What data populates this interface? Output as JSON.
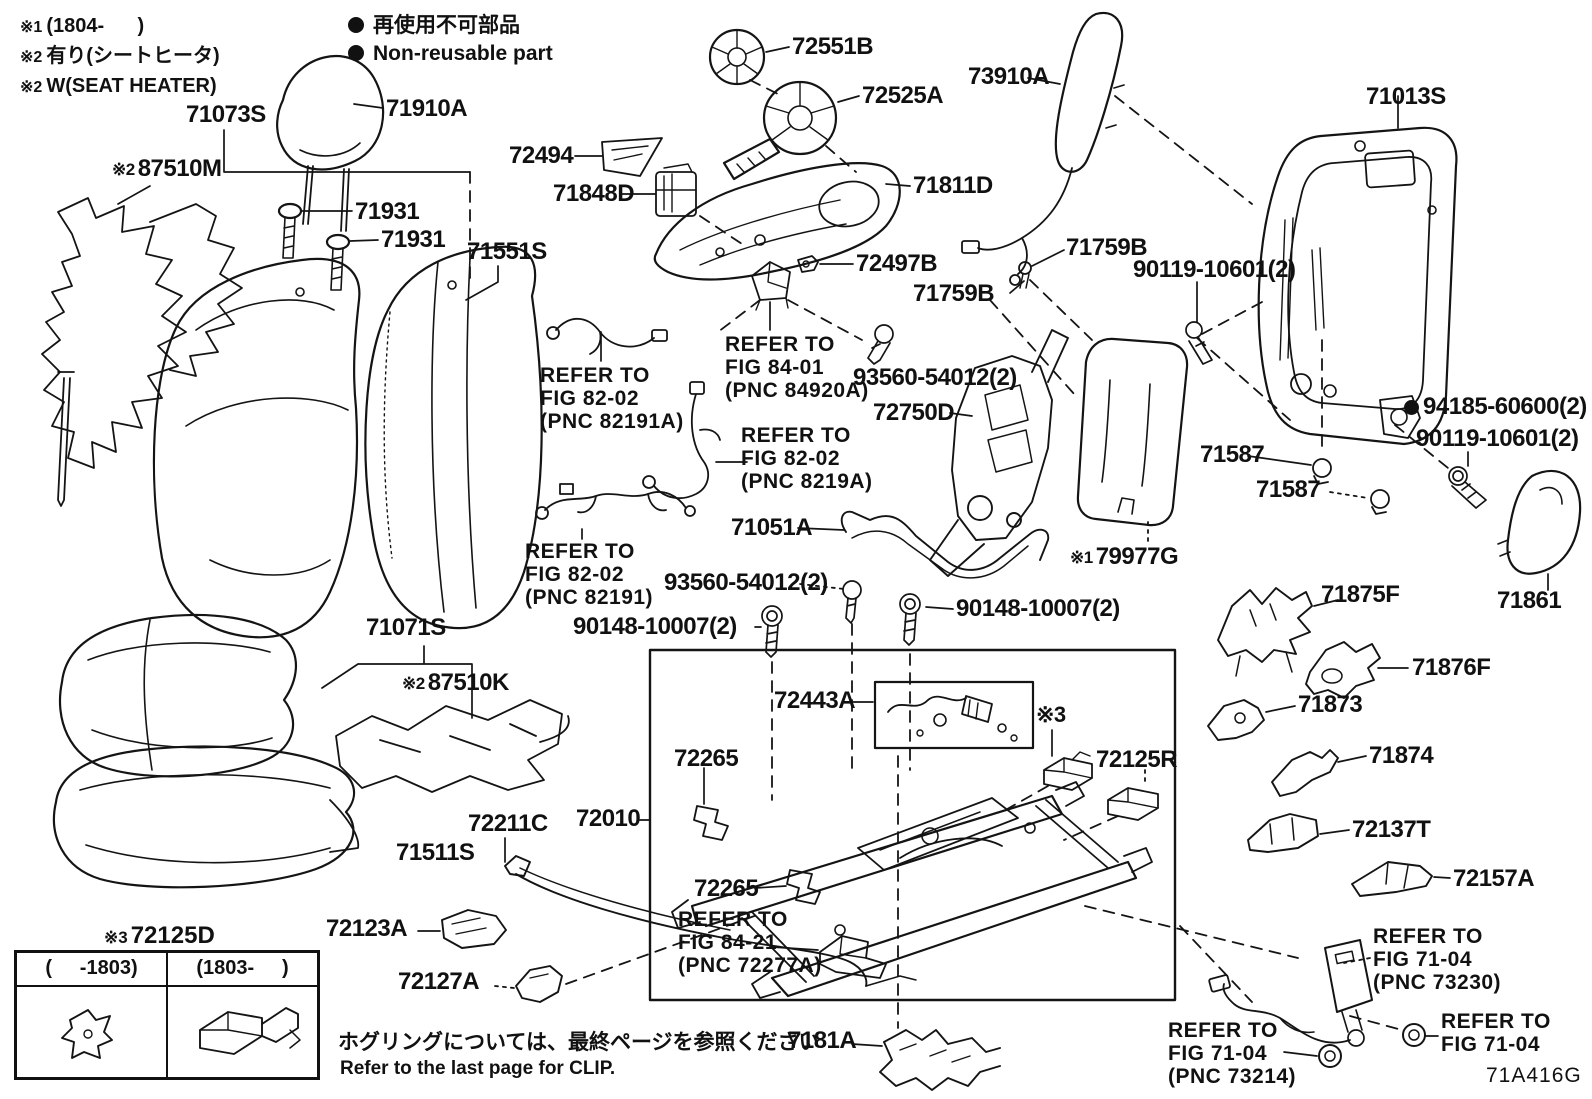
{
  "notes": [
    {
      "mark": "※1",
      "text": "(1804-      )"
    },
    {
      "mark": "※2",
      "text": "有り(シートヒータ)"
    },
    {
      "mark": "※2",
      "text": "W(SEAT HEATER)"
    }
  ],
  "legend": {
    "jp": "再使用不可部品",
    "en": "Non-reusable part"
  },
  "marks": {
    "m1": "※1",
    "m2": "※2",
    "m3": "※3"
  },
  "parts": {
    "p71073S": "71073S",
    "p71910A": "71910A",
    "p87510M": "87510M",
    "p71931": "71931",
    "p71551S": "71551S",
    "p72494": "72494",
    "p71848D": "71848D",
    "p72551B": "72551B",
    "p72525A": "72525A",
    "p71811D": "71811D",
    "p73910A": "73910A",
    "p71013S": "71013S",
    "p71759B": "71759B",
    "p90119_10601": "90119-10601(2)",
    "p72497B": "72497B",
    "p93560_54012": "93560-54012(2)",
    "p72750D": "72750D",
    "p71051A": "71051A",
    "p90148_10007": "90148-10007(2)",
    "p79977G": "79977G",
    "p94185_60600": "94185-60600(2)",
    "p71587": "71587",
    "p71861": "71861",
    "p71875F": "71875F",
    "p71876F": "71876F",
    "p71873": "71873",
    "p71874": "71874",
    "p72137T": "72137T",
    "p72157A": "72157A",
    "p71071S": "71071S",
    "p87510K": "87510K",
    "p72443A": "72443A",
    "p72125R": "72125R",
    "p72265": "72265",
    "p72010": "72010",
    "p72211C": "72211C",
    "p71511S": "71511S",
    "p72125D": "72125D",
    "p72123A": "72123A",
    "p72127A": "72127A",
    "p7181A": "7181A"
  },
  "refs": {
    "refer_to": "REFER TO",
    "fig8401": "FIG 84-01",
    "pnc84920A": "(PNC 84920A)",
    "fig8202": "FIG 82-02",
    "pnc82191A": "(PNC 82191A)",
    "pnc8219A": "(PNC 8219A)",
    "pnc82191": "(PNC 82191)",
    "fig8421": "FIG 84-21",
    "pnc72277A": "(PNC 72277A)",
    "fig7104": "FIG 71-04",
    "pnc73230": "(PNC 73230)",
    "pnc73214": "(PNC 73214)"
  },
  "table": {
    "col_before": "(     -1803)",
    "col_after": "(1803-     )"
  },
  "footer": {
    "jp": "ホグリングについては、最終ページを参照ください",
    "en": "Refer to the last page for CLIP.",
    "figure_code": "71A416G"
  }
}
